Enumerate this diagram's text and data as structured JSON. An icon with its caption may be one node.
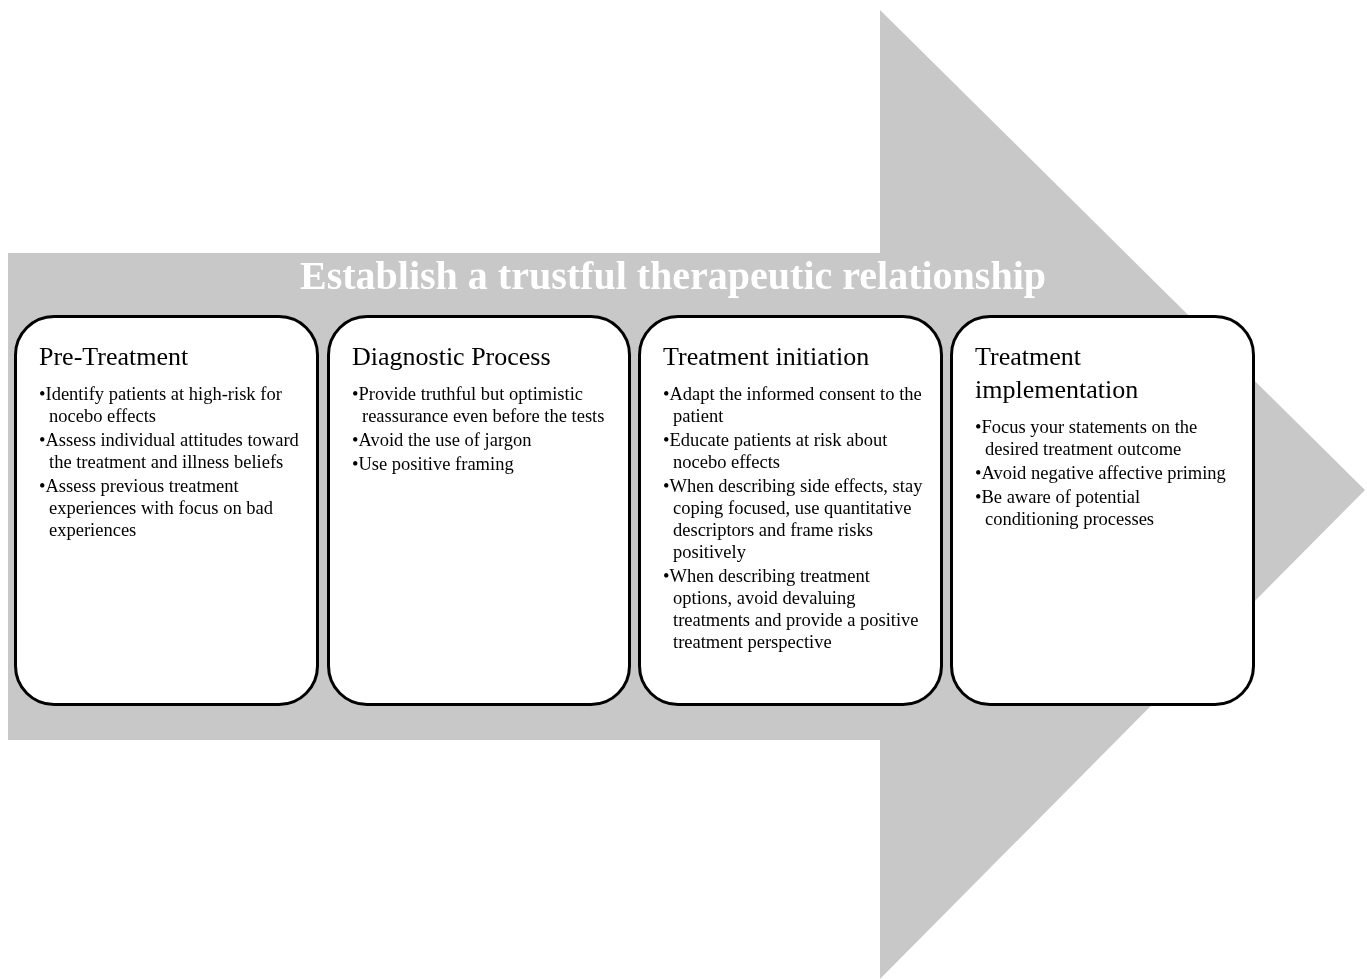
{
  "diagram": {
    "nodes": [
      {
        "text": [
          "Establish a trustful therapeutic relationship"
        ]
      },
      {
        "text": [
          "Pre-Treatment",
          "•Identify patients at high-risk for nocebo effects",
          "•Assess individual attitudes toward the treatment and illness beliefs",
          "•Assess previous treatment experiences with focus on bad experiences"
        ],
        "in": 0
      },
      {
        "text": [
          "Diagnostic Process",
          "•Provide truthful but optimistic reassurance even before the tests",
          "•Avoid the use of jargon",
          "•Use positive framing"
        ],
        "in": 0
      },
      {
        "text": [
          "Treatment initiation",
          "•Adapt the informed consent to the patient",
          "•Educate patients at risk about nocebo effects",
          "•When describing side effects, stay coping focused, use quantitative descriptors and frame risks positively",
          "•When describing treatment options, avoid devaluing treatments and provide a positive treatment perspective"
        ],
        "in": 0
      },
      {
        "text": [
          "Treatment implementation",
          "•Focus your statements on the desired treatment outcome",
          "•Avoid negative affective priming",
          "•Be aware of potential conditioning processes"
        ],
        "in": 0
      }
    ]
  }
}
